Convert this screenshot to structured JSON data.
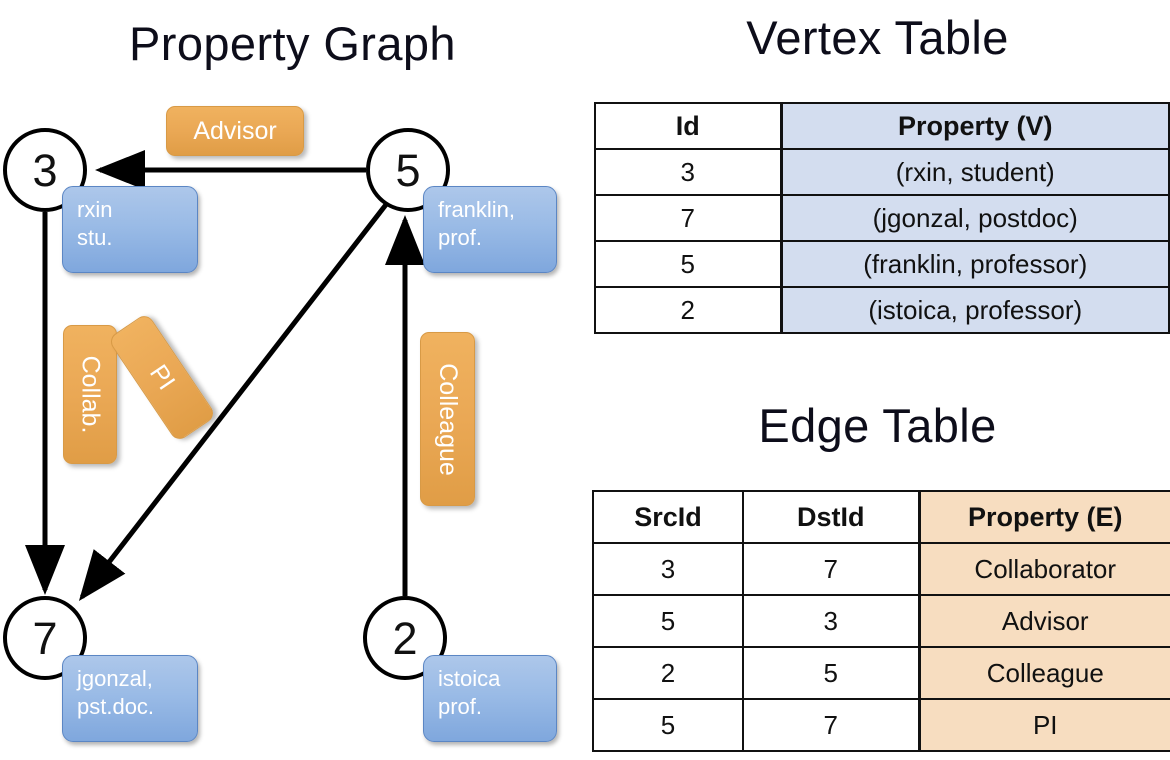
{
  "titles": {
    "property_graph": "Property Graph",
    "vertex_table": "Vertex Table",
    "edge_table": "Edge Table"
  },
  "graph": {
    "vertices": [
      {
        "id": "3",
        "property": "rxin\nstu."
      },
      {
        "id": "5",
        "property": "franklin,\nprof."
      },
      {
        "id": "7",
        "property": "jgonzal,\npst.doc."
      },
      {
        "id": "2",
        "property": "istoica\nprof."
      }
    ],
    "edge_labels": {
      "advisor": "Advisor",
      "collab": "Collab.",
      "pi": "PI",
      "colleague": "Colleague"
    }
  },
  "vertex_table": {
    "headers": [
      "Id",
      "Property (V)"
    ],
    "rows": [
      [
        "3",
        "(rxin, student)"
      ],
      [
        "7",
        "(jgonzal, postdoc)"
      ],
      [
        "5",
        "(franklin, professor)"
      ],
      [
        "2",
        "(istoica, professor)"
      ]
    ]
  },
  "edge_table": {
    "headers": [
      "SrcId",
      "DstId",
      "Property (E)"
    ],
    "rows": [
      [
        "3",
        "7",
        "Collaborator"
      ],
      [
        "5",
        "3",
        "Advisor"
      ],
      [
        "2",
        "5",
        "Colleague"
      ],
      [
        "5",
        "7",
        "PI"
      ]
    ]
  },
  "colors": {
    "vertex_property_blue": "#9abbe6",
    "edge_label_orange": "#eaa855",
    "vertex_table_fill": "#d3ddef",
    "edge_table_fill": "#f7ddc0",
    "stroke": "#111111"
  }
}
